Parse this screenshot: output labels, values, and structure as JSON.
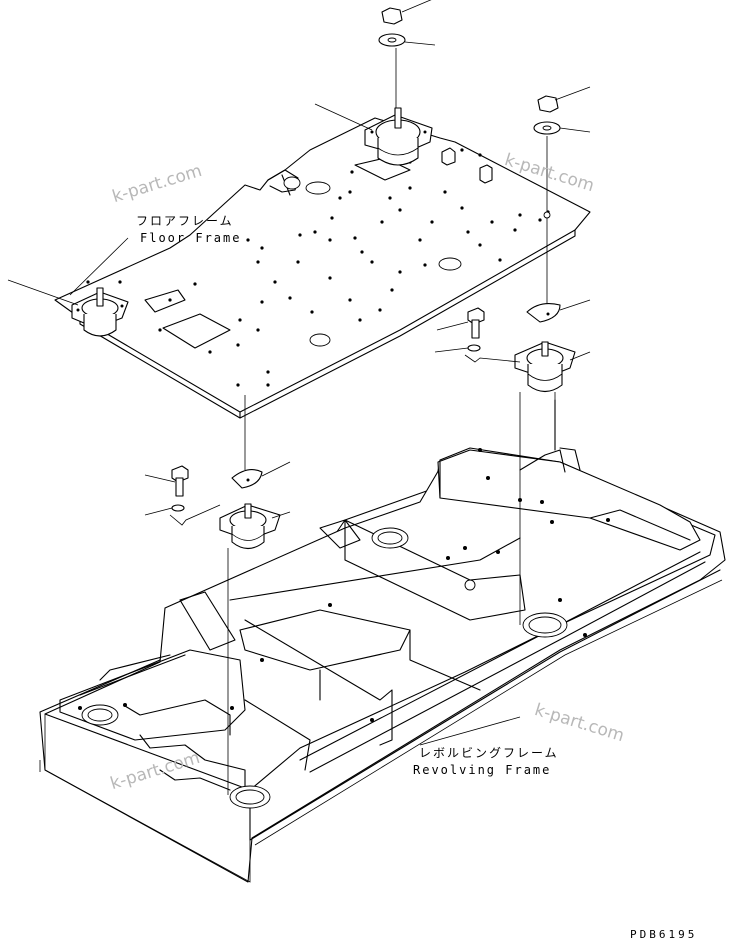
{
  "labels": {
    "floor_frame_jp": "フロアフレーム",
    "floor_frame_en": "Floor Frame",
    "revolving_frame_jp": "レボルビングフレーム",
    "revolving_frame_en": "Revolving Frame",
    "part_code": "PDB6195"
  },
  "watermarks": [
    "k-part.com",
    "k-part.com",
    "k-part.com",
    "k-part.com"
  ]
}
